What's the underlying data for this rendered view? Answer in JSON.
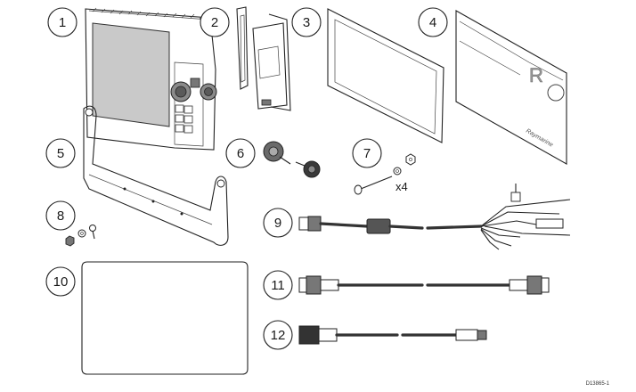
{
  "callouts": [
    "1",
    "2",
    "3",
    "4",
    "5",
    "6",
    "7",
    "8",
    "9",
    "10",
    "11",
    "12"
  ],
  "quantity_label": "x4",
  "unit_logo_letter": "R",
  "cover_brand": "Raymarine",
  "figure_code": "D13865-1"
}
